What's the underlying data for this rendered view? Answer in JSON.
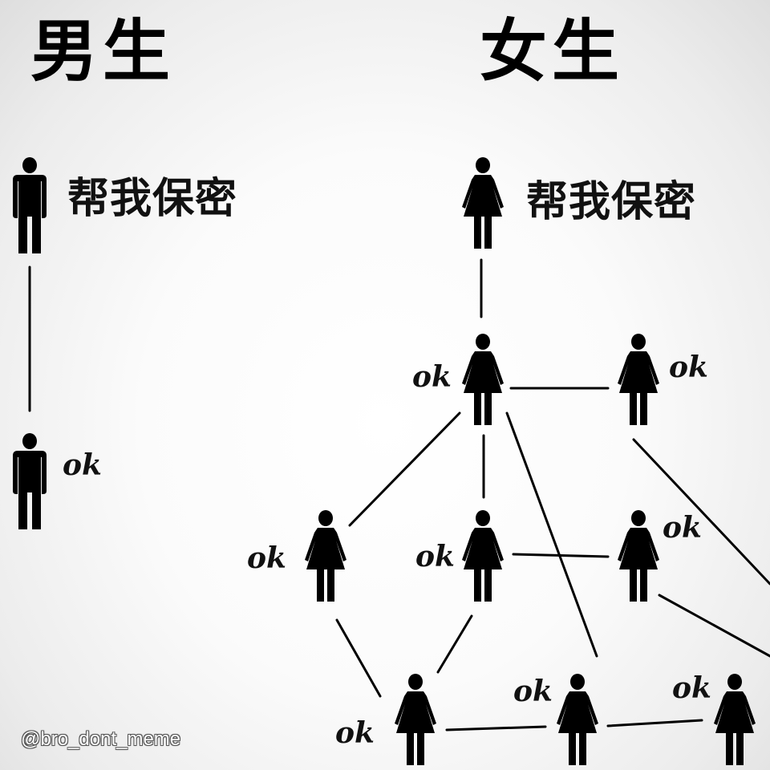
{
  "male": {
    "heading": "男生",
    "secret_text": "帮我保密",
    "reply": "ok"
  },
  "female": {
    "heading": "女生",
    "secret_text": "帮我保密",
    "reply": "ok"
  },
  "watermark": "@bro_dont_meme",
  "colors": {
    "ink": "#000000",
    "background": "#f5f5f5"
  }
}
